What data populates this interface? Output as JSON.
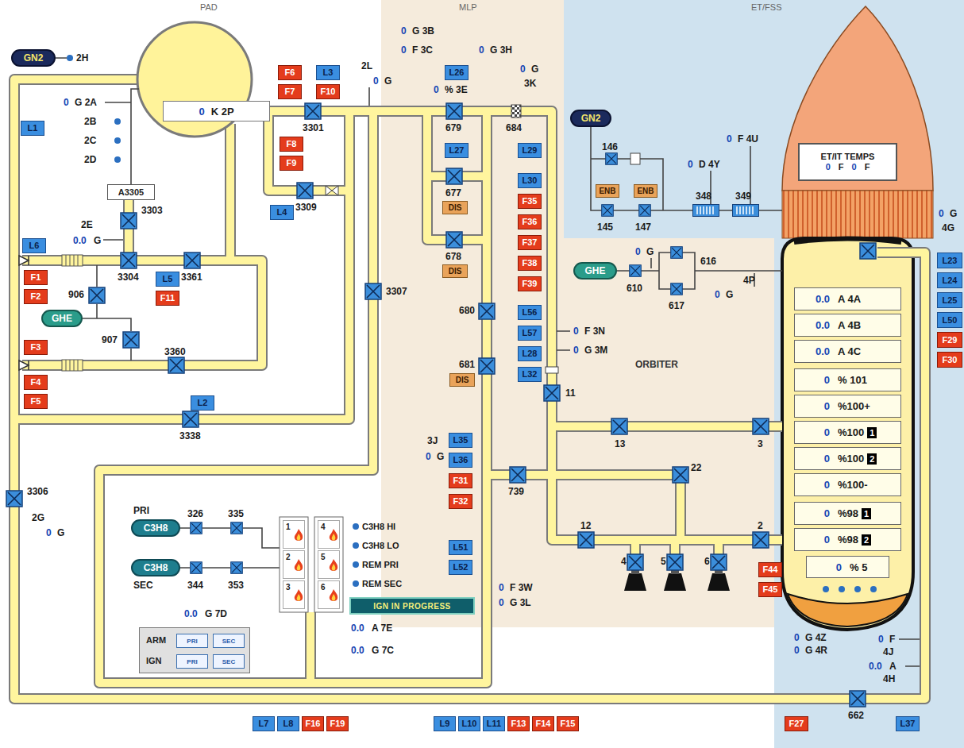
{
  "diagram": {
    "nodes": [
      {
        "text": [
          "GN2"
        ]
      },
      {
        "text": [
          "0",
          "K 2P"
        ]
      },
      {
        "text": [
          "F6"
        ]
      },
      {
        "text": [
          "F7"
        ]
      },
      {
        "text": [
          "L3"
        ]
      },
      {
        "text": [
          "F10"
        ]
      },
      {
        "text": [
          "L26"
        ]
      },
      {
        "text": [
          "L1"
        ]
      },
      {
        "text": [
          "F8"
        ]
      },
      {
        "text": [
          "F9"
        ]
      },
      {
        "text": [
          "L27"
        ]
      },
      {
        "text": [
          "L29"
        ]
      },
      {
        "text": [
          "GN2"
        ]
      },
      {
        "text": [
          "ENB"
        ]
      },
      {
        "text": [
          "ENB"
        ]
      },
      {
        "text": [
          "ET/IT TEMPS",
          "0",
          "F",
          "0",
          "F"
        ]
      },
      {
        "text": [
          "A3305"
        ]
      },
      {
        "text": [
          "L4"
        ]
      },
      {
        "text": [
          "L30"
        ]
      },
      {
        "text": [
          "F35"
        ]
      },
      {
        "text": [
          "F36"
        ]
      },
      {
        "text": [
          "DIS"
        ]
      },
      {
        "text": [
          "F37"
        ]
      },
      {
        "text": [
          "L6"
        ]
      },
      {
        "text": [
          "GHE"
        ]
      },
      {
        "text": [
          "F38"
        ]
      },
      {
        "text": [
          "F39"
        ]
      },
      {
        "text": [
          "DIS"
        ]
      },
      {
        "text": [
          "L23"
        ]
      },
      {
        "text": [
          "L24"
        ]
      },
      {
        "text": [
          "L25"
        ]
      },
      {
        "text": [
          "L50"
        ]
      },
      {
        "text": [
          "F29"
        ]
      },
      {
        "text": [
          "F30"
        ]
      },
      {
        "text": [
          "F1"
        ]
      },
      {
        "text": [
          "F2"
        ]
      },
      {
        "text": [
          "L5"
        ]
      },
      {
        "text": [
          "F11"
        ]
      },
      {
        "text": [
          "GHE"
        ]
      },
      {
        "text": [
          "0.0",
          "A 4A"
        ]
      },
      {
        "text": [
          "0.0",
          "A 4B"
        ]
      },
      {
        "text": [
          "0.0",
          "A 4C"
        ]
      },
      {
        "text": [
          "0",
          "% 101"
        ]
      },
      {
        "text": [
          "0",
          "%100+"
        ]
      },
      {
        "text": [
          "0",
          "%100",
          "1"
        ]
      },
      {
        "text": [
          "0",
          "%100",
          "2"
        ]
      },
      {
        "text": [
          "0",
          "%100-"
        ]
      },
      {
        "text": [
          "0",
          "%98",
          "1"
        ]
      },
      {
        "text": [
          "0",
          "%98",
          "2"
        ]
      },
      {
        "text": [
          "0",
          "% 5"
        ]
      },
      {
        "text": [
          "L56"
        ]
      },
      {
        "text": [
          "L57"
        ]
      },
      {
        "text": [
          "L28"
        ]
      },
      {
        "text": [
          "L32"
        ]
      },
      {
        "text": [
          "F3"
        ]
      },
      {
        "text": [
          "F4"
        ]
      },
      {
        "text": [
          "F5"
        ]
      },
      {
        "text": [
          "DIS"
        ]
      },
      {
        "text": [
          "L2"
        ]
      },
      {
        "text": [
          "L35"
        ]
      },
      {
        "text": [
          "L36"
        ]
      },
      {
        "text": [
          "F31"
        ]
      },
      {
        "text": [
          "F32"
        ]
      },
      {
        "text": [
          "L51"
        ]
      },
      {
        "text": [
          "L52"
        ]
      },
      {
        "text": [
          "C3H8"
        ]
      },
      {
        "text": [
          "C3H8"
        ]
      },
      {
        "text": [
          "1"
        ]
      },
      {
        "text": [
          "2"
        ]
      },
      {
        "text": [
          "3"
        ]
      },
      {
        "text": [
          "4"
        ]
      },
      {
        "text": [
          "5"
        ]
      },
      {
        "text": [
          "6"
        ]
      },
      {
        "text": [
          "F44"
        ]
      },
      {
        "text": [
          "F45"
        ]
      },
      {
        "text": [
          "IGN IN PROGRESS"
        ]
      },
      {
        "text": [
          "ARM",
          "IGN"
        ]
      },
      {
        "text": [
          "PRI"
        ],
        "in": 76
      },
      {
        "text": [
          "SEC"
        ],
        "in": 76
      },
      {
        "text": [
          "PRI"
        ],
        "in": 76
      },
      {
        "text": [
          "SEC"
        ],
        "in": 76
      },
      {
        "text": [
          "L7"
        ]
      },
      {
        "text": [
          "L8"
        ]
      },
      {
        "text": [
          "F16"
        ]
      },
      {
        "text": [
          "F19"
        ]
      },
      {
        "text": [
          "L9"
        ]
      },
      {
        "text": [
          "L10"
        ]
      },
      {
        "text": [
          "L11"
        ]
      },
      {
        "text": [
          "F13"
        ]
      },
      {
        "text": [
          "F14"
        ]
      },
      {
        "text": [
          "F15"
        ]
      },
      {
        "text": [
          "F27"
        ]
      },
      {
        "text": [
          "L37"
        ]
      }
    ],
    "labels": [
      "PAD",
      "MLP",
      "ET/FSS",
      "2H",
      "0",
      "G 2A",
      "2B",
      "2C",
      "2D",
      "2L",
      "0",
      "G",
      "0",
      "G 3B",
      "0",
      "F 3C",
      "0",
      "% 3E",
      "0",
      "G 3H",
      "0",
      "G",
      "3K",
      "3301",
      "679",
      "684",
      "677",
      "678",
      "3309",
      "3303",
      "2E",
      "0.0",
      "G",
      "3304",
      "3361",
      "906",
      "907",
      "3360",
      "3338",
      "3307",
      "3306",
      "2G",
      "0",
      "G",
      "680",
      "681",
      "0",
      "F 3N",
      "0",
      "G 3M",
      "11",
      "ORBITER",
      "13",
      "3",
      "3J",
      "0",
      "G",
      "739",
      "22",
      "12",
      "2",
      "4",
      "5",
      "6",
      "0",
      "F 3W",
      "0",
      "G 3L",
      "PRI",
      "326",
      "335",
      "SEC",
      "344",
      "353",
      "C3H8 HI",
      "C3H8 LO",
      "REM PRI",
      "REM SEC",
      "0.0",
      "G 7D",
      "0.0",
      "A 7E",
      "0.0",
      "G 7C",
      "146",
      "145",
      "147",
      "348",
      "349",
      "0",
      "F 4U",
      "0",
      "D 4Y",
      "0",
      "G",
      "610",
      "616",
      "617",
      "0",
      "G",
      "4P",
      "0",
      "G",
      "4G",
      "0",
      "G 4Z",
      "0",
      "G 4R",
      "0",
      "F",
      "4J",
      "0.0",
      "A",
      "4H",
      "662"
    ]
  }
}
